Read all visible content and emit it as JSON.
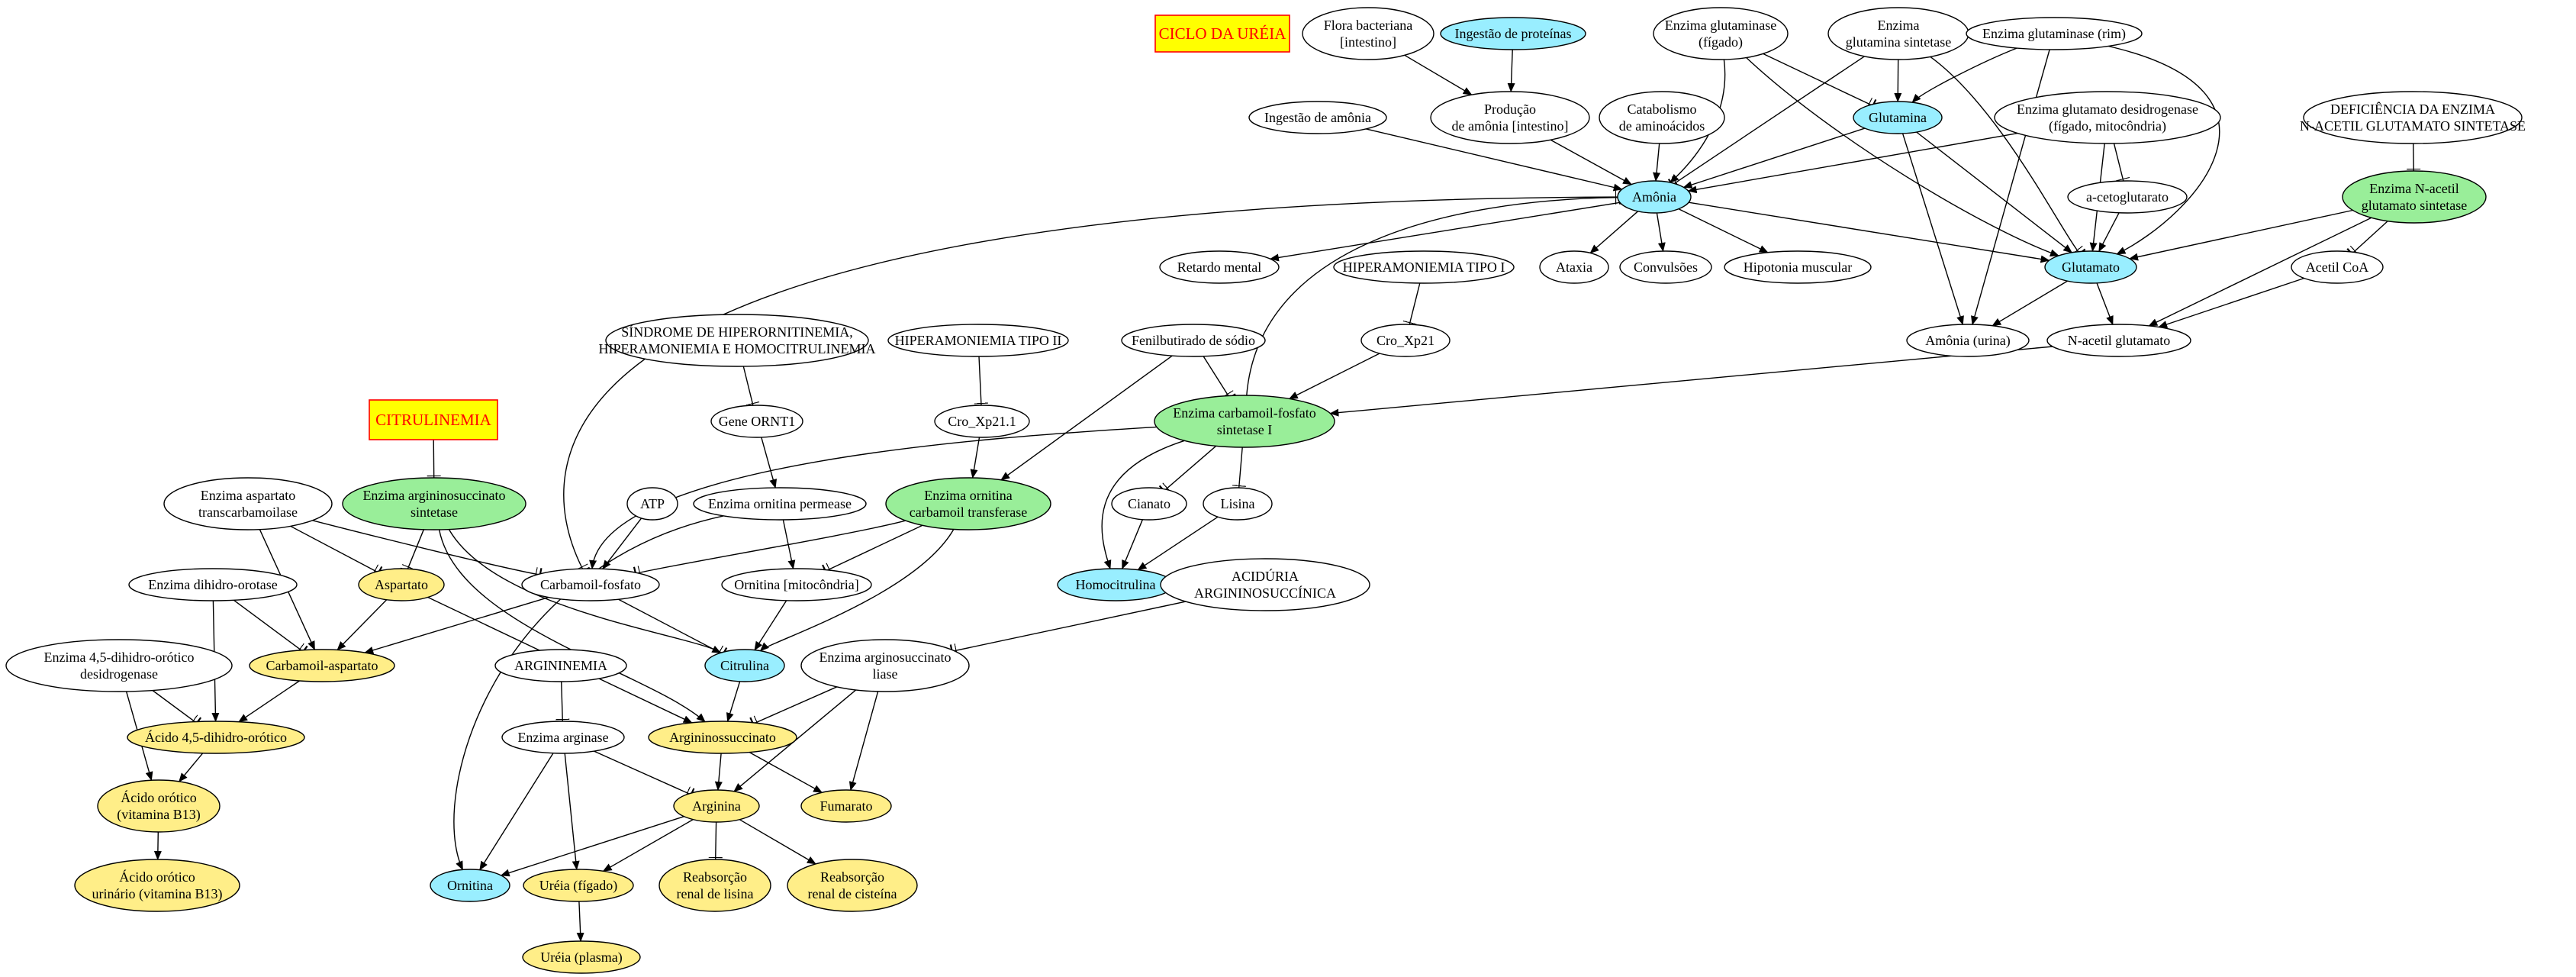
{
  "colors": {
    "white": "#ffffff",
    "cyan": "#99eeff",
    "green": "#99ee99",
    "yellow": "#ffee88",
    "box_fill": "#ffff00",
    "box_stroke": "#ff0000",
    "box_text": "#ff0000",
    "edge": "#000000"
  },
  "nodes": [
    {
      "id": "CICLO",
      "lines": [
        "CICLO DA URÉIA"
      ],
      "shape": "box",
      "color": "box_fill"
    },
    {
      "id": "CITRUL",
      "lines": [
        "CITRULINEMIA"
      ],
      "shape": "box",
      "color": "box_fill"
    },
    {
      "id": "FLORA",
      "lines": [
        "Flora bacteriana",
        "[intestino]"
      ],
      "color": "white"
    },
    {
      "id": "INGPROT",
      "lines": [
        "Ingestão de proteínas"
      ],
      "color": "cyan"
    },
    {
      "id": "EGLF",
      "lines": [
        "Enzima glutaminase",
        "(fígado)"
      ],
      "color": "white"
    },
    {
      "id": "EGS",
      "lines": [
        "Enzima",
        "glutamina sintetase"
      ],
      "color": "white"
    },
    {
      "id": "EGR",
      "lines": [
        "Enzima glutaminase (rim)"
      ],
      "color": "white"
    },
    {
      "id": "INGAM",
      "lines": [
        "Ingestão de amônia"
      ],
      "color": "white"
    },
    {
      "id": "PROD",
      "lines": [
        "Produção",
        "de amônia [intestino]"
      ],
      "color": "white"
    },
    {
      "id": "CATAB",
      "lines": [
        "Catabolismo",
        "de aminoácidos"
      ],
      "color": "white"
    },
    {
      "id": "GLN",
      "lines": [
        "Glutamina"
      ],
      "color": "cyan"
    },
    {
      "id": "EGD",
      "lines": [
        "Enzima glutamato desidrogenase",
        "(fígado, mitocôndria)"
      ],
      "color": "white"
    },
    {
      "id": "DEF",
      "lines": [
        "DEFICIÊNCIA DA ENZIMA",
        "N-ACETIL GLUTAMATO SINTETASE"
      ],
      "color": "white"
    },
    {
      "id": "AMO",
      "lines": [
        "Amônia"
      ],
      "color": "cyan"
    },
    {
      "id": "AKG",
      "lines": [
        "a-cetoglutarato"
      ],
      "color": "white"
    },
    {
      "id": "ENAGS",
      "lines": [
        "Enzima N-acetil",
        "glutamato sintetase"
      ],
      "color": "green"
    },
    {
      "id": "RET",
      "lines": [
        "Retardo mental"
      ],
      "color": "white"
    },
    {
      "id": "HIP1",
      "lines": [
        "HIPERAMONIEMIA TIPO I"
      ],
      "color": "white"
    },
    {
      "id": "ATAX",
      "lines": [
        "Ataxia"
      ],
      "color": "white"
    },
    {
      "id": "CONV",
      "lines": [
        "Convulsões"
      ],
      "color": "white"
    },
    {
      "id": "HIPOT",
      "lines": [
        "Hipotonia muscular"
      ],
      "color": "white"
    },
    {
      "id": "GLU",
      "lines": [
        "Glutamato"
      ],
      "color": "cyan"
    },
    {
      "id": "ACOA",
      "lines": [
        "Acetil CoA"
      ],
      "color": "white"
    },
    {
      "id": "SIND",
      "lines": [
        "SÍNDROME DE HIPERORNITINEMIA,",
        "HIPERAMONIEMIA E HOMOCITRULINEMIA"
      ],
      "color": "white"
    },
    {
      "id": "HIP2",
      "lines": [
        "HIPERAMONIEMIA TIPO II"
      ],
      "color": "white"
    },
    {
      "id": "FENIL",
      "lines": [
        "Fenilbutirado de sódio"
      ],
      "color": "white"
    },
    {
      "id": "CRO21",
      "lines": [
        "Cro_Xp21"
      ],
      "color": "white"
    },
    {
      "id": "AMUR",
      "lines": [
        "Amônia (urina)"
      ],
      "color": "white"
    },
    {
      "id": "NAG",
      "lines": [
        "N-acetil glutamato"
      ],
      "color": "white"
    },
    {
      "id": "GENE",
      "lines": [
        "Gene ORNT1"
      ],
      "color": "white"
    },
    {
      "id": "CRO211",
      "lines": [
        "Cro_Xp21.1"
      ],
      "color": "white"
    },
    {
      "id": "ECPS",
      "lines": [
        "Enzima carbamoil-fosfato",
        "sintetase I"
      ],
      "color": "green"
    },
    {
      "id": "EASS",
      "lines": [
        "Enzima argininosuccinato",
        "sintetase"
      ],
      "color": "green"
    },
    {
      "id": "EAT",
      "lines": [
        "Enzima  aspartato",
        "transcarbamoilase"
      ],
      "color": "white"
    },
    {
      "id": "ATP",
      "lines": [
        "ATP"
      ],
      "color": "white"
    },
    {
      "id": "EOP",
      "lines": [
        "Enzima ornitina permease"
      ],
      "color": "white"
    },
    {
      "id": "EOCT",
      "lines": [
        "Enzima ornitina",
        "carbamoil transferase"
      ],
      "color": "green"
    },
    {
      "id": "CIAN",
      "lines": [
        "Cianato"
      ],
      "color": "white"
    },
    {
      "id": "LIS",
      "lines": [
        "Lisina"
      ],
      "color": "white"
    },
    {
      "id": "EDO",
      "lines": [
        "Enzima dihidro-orotase"
      ],
      "color": "white"
    },
    {
      "id": "ASP",
      "lines": [
        "Aspartato"
      ],
      "color": "yellow"
    },
    {
      "id": "CFOS",
      "lines": [
        "Carbamoil-fosfato"
      ],
      "color": "white"
    },
    {
      "id": "ORNM",
      "lines": [
        "Ornitina [mitocôndria]"
      ],
      "color": "white"
    },
    {
      "id": "HOMOC",
      "lines": [
        "Homocitrulina"
      ],
      "color": "cyan"
    },
    {
      "id": "ACIDU",
      "lines": [
        "ACIDÚRIA",
        "ARGININOSUCCÍNICA"
      ],
      "color": "white"
    },
    {
      "id": "E45",
      "lines": [
        "Enzima 4,5-dihidro-orótico",
        "desidrogenase"
      ],
      "color": "white"
    },
    {
      "id": "CASP",
      "lines": [
        "Carbamoil-aspartato"
      ],
      "color": "yellow"
    },
    {
      "id": "ARGIN",
      "lines": [
        "ARGININEMIA"
      ],
      "color": "white"
    },
    {
      "id": "CIT",
      "lines": [
        "Citrulina"
      ],
      "color": "cyan"
    },
    {
      "id": "EAL",
      "lines": [
        "Enzima arginosuccinato",
        "liase"
      ],
      "color": "white"
    },
    {
      "id": "A45",
      "lines": [
        "Ácido 4,5-dihidro-orótico"
      ],
      "color": "yellow"
    },
    {
      "id": "EARG",
      "lines": [
        "Enzima arginase"
      ],
      "color": "white"
    },
    {
      "id": "ARGS",
      "lines": [
        "Argininossuccinato"
      ],
      "color": "yellow"
    },
    {
      "id": "AOR",
      "lines": [
        "Ácido orótico",
        "(vitamina B13)"
      ],
      "color": "yellow"
    },
    {
      "id": "ARG",
      "lines": [
        "Arginina"
      ],
      "color": "yellow"
    },
    {
      "id": "FUM",
      "lines": [
        "Fumarato"
      ],
      "color": "yellow"
    },
    {
      "id": "ORN",
      "lines": [
        "Ornitina"
      ],
      "color": "cyan"
    },
    {
      "id": "UREF",
      "lines": [
        "Uréia (fígado)"
      ],
      "color": "yellow"
    },
    {
      "id": "RLIS",
      "lines": [
        "Reabsorção",
        "renal de lisina"
      ],
      "color": "yellow"
    },
    {
      "id": "RCIS",
      "lines": [
        "Reabsorção",
        "renal de cisteína"
      ],
      "color": "yellow"
    },
    {
      "id": "AORU",
      "lines": [
        "Ácido orótico",
        "urinário (vitamina B13)"
      ],
      "color": "yellow"
    },
    {
      "id": "UREP",
      "lines": [
        "Uréia (plasma)"
      ],
      "color": "yellow"
    }
  ],
  "edges": [
    {
      "from": "FLORA",
      "to": "PROD",
      "head": "arrow"
    },
    {
      "from": "INGPROT",
      "to": "PROD",
      "head": "arrow"
    },
    {
      "from": "INGAM",
      "to": "AMO",
      "head": "arrow"
    },
    {
      "from": "PROD",
      "to": "AMO",
      "head": "arrow"
    },
    {
      "from": "CATAB",
      "to": "AMO",
      "head": "arrow"
    },
    {
      "from": "EGLF",
      "to": "AMO",
      "head": "arrow"
    },
    {
      "from": "EGLF",
      "to": "GLN",
      "head": "tee"
    },
    {
      "from": "EGLF",
      "to": "GLU",
      "head": "arrow"
    },
    {
      "from": "EGS",
      "to": "GLN",
      "head": "arrow"
    },
    {
      "from": "EGS",
      "to": "AMO",
      "head": "tee"
    },
    {
      "from": "EGS",
      "to": "GLU",
      "head": "tee"
    },
    {
      "from": "EGR",
      "to": "GLN",
      "head": "arrow"
    },
    {
      "from": "EGR",
      "to": "AMUR",
      "head": "arrow"
    },
    {
      "from": "EGR",
      "to": "GLU",
      "head": "arrow"
    },
    {
      "from": "GLN",
      "to": "AMO",
      "head": "arrow"
    },
    {
      "from": "GLN",
      "to": "GLU",
      "head": "arrow"
    },
    {
      "from": "GLN",
      "to": "AMUR",
      "head": "arrow"
    },
    {
      "from": "EGD",
      "to": "AMO",
      "head": "arrow"
    },
    {
      "from": "EGD",
      "to": "AKG",
      "head": "tee"
    },
    {
      "from": "EGD",
      "to": "GLU",
      "head": "arrow"
    },
    {
      "from": "AKG",
      "to": "GLU",
      "head": "arrow"
    },
    {
      "from": "DEF",
      "to": "ENAGS",
      "head": "tee"
    },
    {
      "from": "ENAGS",
      "to": "GLU",
      "head": "arrow"
    },
    {
      "from": "ENAGS",
      "to": "ACOA",
      "head": "tee"
    },
    {
      "from": "ENAGS",
      "to": "NAG",
      "head": "arrow"
    },
    {
      "from": "AMO",
      "to": "RET",
      "head": "arrow"
    },
    {
      "from": "AMO",
      "to": "ATAX",
      "head": "arrow"
    },
    {
      "from": "AMO",
      "to": "CONV",
      "head": "arrow"
    },
    {
      "from": "AMO",
      "to": "HIPOT",
      "head": "arrow"
    },
    {
      "from": "AMO",
      "to": "GLU",
      "head": "arrow"
    },
    {
      "from": "AMO",
      "to": "CFOS",
      "head": "tee"
    },
    {
      "from": "GLU",
      "to": "AMUR",
      "head": "arrow"
    },
    {
      "from": "GLU",
      "to": "NAG",
      "head": "arrow"
    },
    {
      "from": "ACOA",
      "to": "NAG",
      "head": "arrow"
    },
    {
      "from": "NAG",
      "to": "ECPS",
      "head": "arrow"
    },
    {
      "from": "HIP1",
      "to": "CRO21",
      "head": "tee"
    },
    {
      "from": "CRO21",
      "to": "ECPS",
      "head": "arrow"
    },
    {
      "from": "FENIL",
      "to": "ECPS",
      "head": "tee"
    },
    {
      "from": "FENIL",
      "to": "EOCT",
      "head": "arrow"
    },
    {
      "from": "ECPS",
      "to": "AMO",
      "head": "tee"
    },
    {
      "from": "ECPS",
      "to": "CFOS",
      "head": "arrow"
    },
    {
      "from": "ECPS",
      "to": "CIAN",
      "head": "tee"
    },
    {
      "from": "ECPS",
      "to": "LIS",
      "head": "tee"
    },
    {
      "from": "ECPS",
      "to": "HOMOC",
      "head": "arrow"
    },
    {
      "from": "SIND",
      "to": "GENE",
      "head": "tee"
    },
    {
      "from": "HIP2",
      "to": "CRO211",
      "head": "tee"
    },
    {
      "from": "GENE",
      "to": "EOP",
      "head": "arrow"
    },
    {
      "from": "CRO211",
      "to": "EOCT",
      "head": "arrow"
    },
    {
      "from": "CITRUL",
      "to": "EASS",
      "head": "tee"
    },
    {
      "from": "EASS",
      "to": "ASP",
      "head": "tee"
    },
    {
      "from": "EASS",
      "to": "CIT",
      "head": "tee"
    },
    {
      "from": "EASS",
      "to": "ARGS",
      "head": "arrow"
    },
    {
      "from": "EAT",
      "to": "ASP",
      "head": "tee"
    },
    {
      "from": "EAT",
      "to": "CFOS",
      "head": "tee"
    },
    {
      "from": "EAT",
      "to": "CASP",
      "head": "arrow"
    },
    {
      "from": "ATP",
      "to": "CFOS",
      "head": "arrow"
    },
    {
      "from": "EOP",
      "to": "ORNM",
      "head": "arrow"
    },
    {
      "from": "EOP",
      "to": "ORN",
      "head": "arrow"
    },
    {
      "from": "EOCT",
      "to": "CFOS",
      "head": "tee"
    },
    {
      "from": "EOCT",
      "to": "ORNM",
      "head": "tee"
    },
    {
      "from": "EOCT",
      "to": "CIT",
      "head": "arrow"
    },
    {
      "from": "CIAN",
      "to": "HOMOC",
      "head": "arrow"
    },
    {
      "from": "LIS",
      "to": "HOMOC",
      "head": "arrow"
    },
    {
      "from": "EDO",
      "to": "CASP",
      "head": "tee"
    },
    {
      "from": "EDO",
      "to": "A45",
      "head": "arrow"
    },
    {
      "from": "ASP",
      "to": "CASP",
      "head": "arrow"
    },
    {
      "from": "ASP",
      "to": "ARGS",
      "head": "arrow"
    },
    {
      "from": "CFOS",
      "to": "CASP",
      "head": "arrow"
    },
    {
      "from": "CFOS",
      "to": "CIT",
      "head": "arrow"
    },
    {
      "from": "ORNM",
      "to": "CIT",
      "head": "arrow"
    },
    {
      "from": "ACIDU",
      "to": "EAL",
      "head": "tee"
    },
    {
      "from": "E45",
      "to": "A45",
      "head": "tee"
    },
    {
      "from": "E45",
      "to": "AOR",
      "head": "arrow"
    },
    {
      "from": "CASP",
      "to": "A45",
      "head": "arrow"
    },
    {
      "from": "ARGIN",
      "to": "EARG",
      "head": "tee"
    },
    {
      "from": "CIT",
      "to": "ARGS",
      "head": "arrow"
    },
    {
      "from": "EAL",
      "to": "ARGS",
      "head": "tee"
    },
    {
      "from": "EAL",
      "to": "ARG",
      "head": "arrow"
    },
    {
      "from": "EAL",
      "to": "FUM",
      "head": "arrow"
    },
    {
      "from": "A45",
      "to": "AOR",
      "head": "arrow"
    },
    {
      "from": "EARG",
      "to": "ARG",
      "head": "tee"
    },
    {
      "from": "EARG",
      "to": "ORN",
      "head": "arrow"
    },
    {
      "from": "EARG",
      "to": "UREF",
      "head": "arrow"
    },
    {
      "from": "ARGS",
      "to": "ARG",
      "head": "arrow"
    },
    {
      "from": "ARGS",
      "to": "FUM",
      "head": "arrow"
    },
    {
      "from": "AOR",
      "to": "AORU",
      "head": "arrow"
    },
    {
      "from": "ARG",
      "to": "ORN",
      "head": "arrow"
    },
    {
      "from": "ARG",
      "to": "UREF",
      "head": "arrow"
    },
    {
      "from": "ARG",
      "to": "RLIS",
      "head": "tee"
    },
    {
      "from": "ARG",
      "to": "RCIS",
      "head": "arrow"
    },
    {
      "from": "UREF",
      "to": "UREP",
      "head": "arrow"
    }
  ]
}
